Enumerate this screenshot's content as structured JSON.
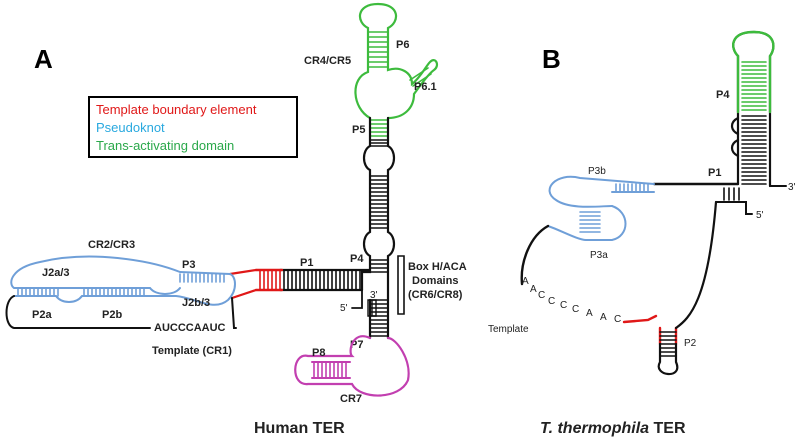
{
  "panels": {
    "a": {
      "letter": "A",
      "caption": "Human TER"
    },
    "b": {
      "letter": "B",
      "caption_italic": "T. thermophila",
      "caption_rest": "TER"
    }
  },
  "legend": {
    "items": [
      {
        "label": "Template boundary element",
        "color": "#e01818"
      },
      {
        "label": "Pseudoknot",
        "color": "#29a9df"
      },
      {
        "label": "Trans-activating domain",
        "color": "#2aa84a"
      }
    ]
  },
  "colors": {
    "template_boundary": "#e01818",
    "pseudoknot": "#6f9fd8",
    "trans_activating": "#3dbb3d",
    "cr7_domain": "#c23fb0",
    "backbone": "#111111"
  },
  "human": {
    "labels": {
      "p6": "P6",
      "p6_1": "P6.1",
      "cr4_cr5": "CR4/CR5",
      "p5": "P5",
      "p4": "P4",
      "p1": "P1",
      "p3": "P3",
      "cr2_cr3": "CR2/CR3",
      "j2a3": "J2a/3",
      "j2b3": "J2b/3",
      "p2a": "P2a",
      "p2b": "P2b",
      "template_seq": "AUCCCAAUC",
      "template": "Template (CR1)",
      "boxhaca_1": "Box H/ACA",
      "boxhaca_2": "Domains",
      "boxhaca_3": "(CR6/CR8)",
      "p7": "P7",
      "p8": "P8",
      "cr7": "CR7",
      "end5": "5'",
      "end3": "3'"
    }
  },
  "tetrahymena": {
    "labels": {
      "p4": "P4",
      "p3b": "P3b",
      "p1": "P1",
      "p3a": "P3a",
      "p2": "P2",
      "template": "Template",
      "template_seq": "AACCCCAAC",
      "end3": "3'",
      "end5": "5'"
    }
  }
}
